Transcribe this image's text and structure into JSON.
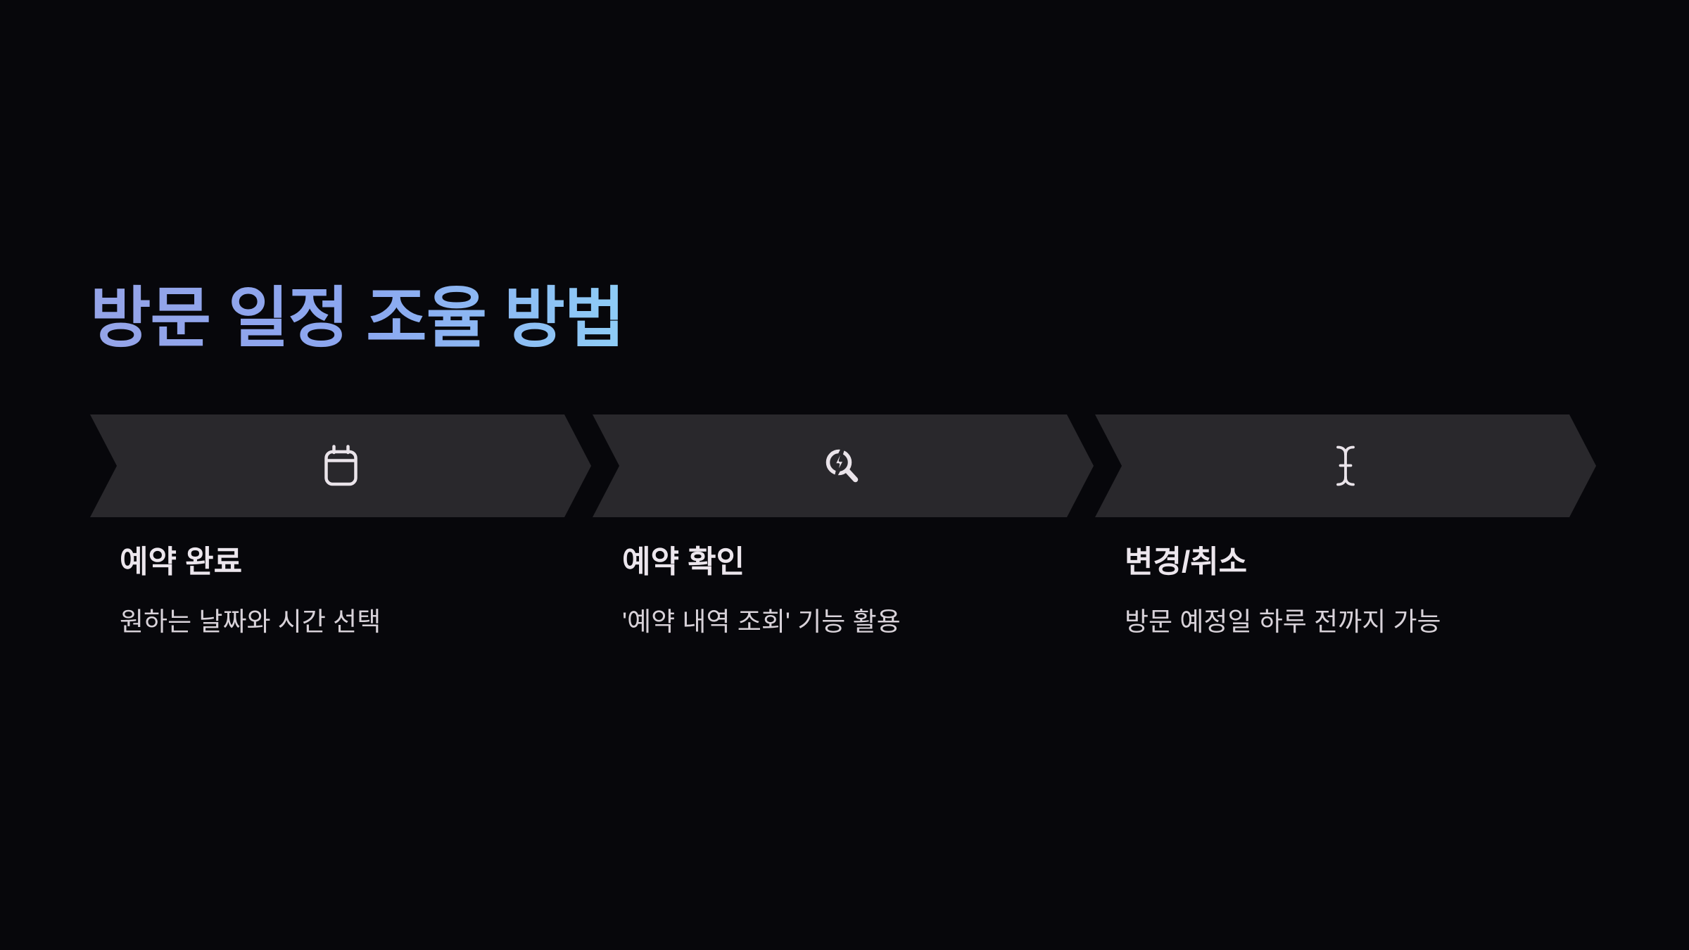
{
  "slide": {
    "title": "방문 일정 조율 방법"
  },
  "steps": [
    {
      "icon": "calendar-icon",
      "title": "예약 완료",
      "description": "원하는 날짜와 시간 선택"
    },
    {
      "icon": "search-zap-icon",
      "title": "예약 확인",
      "description": "'예약 내역 조회' 기능 활용"
    },
    {
      "icon": "text-cursor-icon",
      "title": "변경/취소",
      "description": "방문 예정일 하루 전까지 가능"
    }
  ],
  "colors": {
    "background": "#07070b",
    "chevron-fill": "#29282c",
    "icon": "#eae4ea",
    "step-title": "#ece6ed",
    "step-description": "#d8d2d9",
    "title-gradient-start": "#95a4e8",
    "title-gradient-mid": "#8ba6f0",
    "title-gradient-end": "#8ecdf6"
  }
}
